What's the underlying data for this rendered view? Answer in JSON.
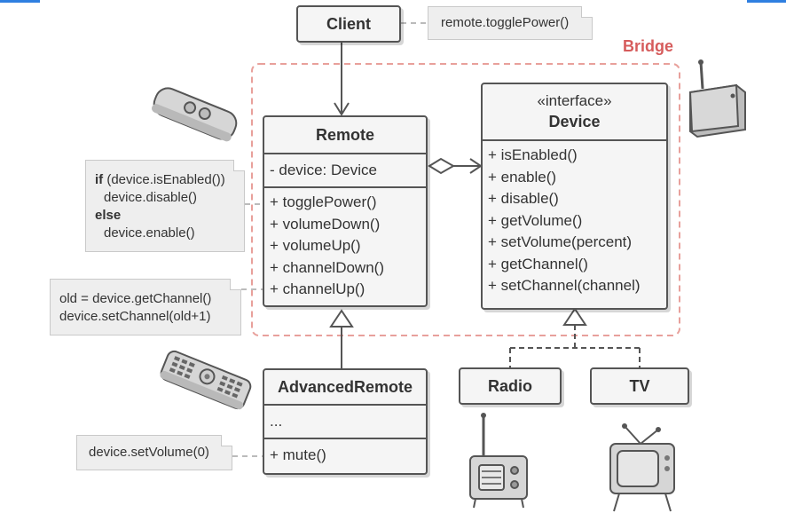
{
  "bridge_label": "Bridge",
  "client": {
    "name": "Client",
    "note": "remote.togglePower()"
  },
  "remote": {
    "name": "Remote",
    "field": "- device: Device",
    "methods": [
      "+ togglePower()",
      "+ volumeDown()",
      "+ volumeUp()",
      "+ channelDown()",
      "+ channelUp()"
    ]
  },
  "device": {
    "stereotype": "«interface»",
    "name": "Device",
    "methods": [
      "+ isEnabled()",
      "+ enable()",
      "+ disable()",
      "+ getVolume()",
      "+ setVolume(percent)",
      "+ getChannel()",
      "+ setChannel(channel)"
    ]
  },
  "advanced_remote": {
    "name": "AdvancedRemote",
    "field": "...",
    "method": "+ mute()"
  },
  "radio": {
    "name": "Radio"
  },
  "tv": {
    "name": "TV"
  },
  "notes": {
    "toggle_power": {
      "kw_if": "if",
      "l1": " (device.isEnabled())",
      "l2": "device.disable()",
      "kw_else": "else",
      "l4": "device.enable()"
    },
    "channel_up": {
      "l1": "old = device.getChannel()",
      "l2": "device.setChannel(old+1)"
    },
    "mute": {
      "l1": "device.setVolume(0)"
    }
  },
  "colors": {
    "bridge_accent": "#d65c5c",
    "top_bar": "#2f7fe0",
    "box_border": "#555555",
    "box_fill": "#f5f5f5",
    "note_fill": "#eeeeee"
  }
}
